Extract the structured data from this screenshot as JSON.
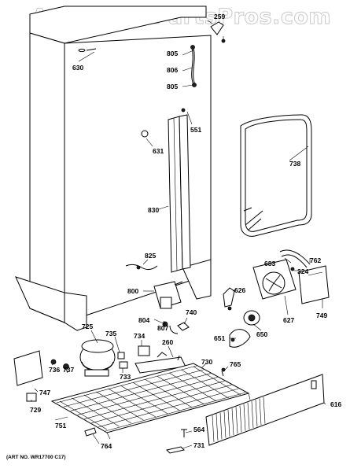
{
  "watermark": "AppliancePartsPros.com",
  "art_no": "(ART NO. WR17700 C17)",
  "callouts": {
    "p259": "259",
    "p630": "630",
    "p805a": "805",
    "p806": "806",
    "p805b": "805",
    "p551": "551",
    "p631": "631",
    "p738": "738",
    "p830": "830",
    "p825": "825",
    "p683": "683",
    "p762": "762",
    "p324": "324",
    "p800": "800",
    "p626": "626",
    "p627": "627",
    "p749": "749",
    "p725": "725",
    "p804": "804",
    "p807": "807",
    "p740": "740",
    "p651": "651",
    "p650": "650",
    "p735": "735",
    "p734": "734",
    "p260": "260",
    "p736": "736",
    "p737": "737",
    "p733": "733",
    "p730": "730",
    "p765": "765",
    "p747": "747",
    "p729": "729",
    "p751": "751",
    "p616": "616",
    "p564": "564",
    "p764": "764",
    "p731": "731"
  }
}
